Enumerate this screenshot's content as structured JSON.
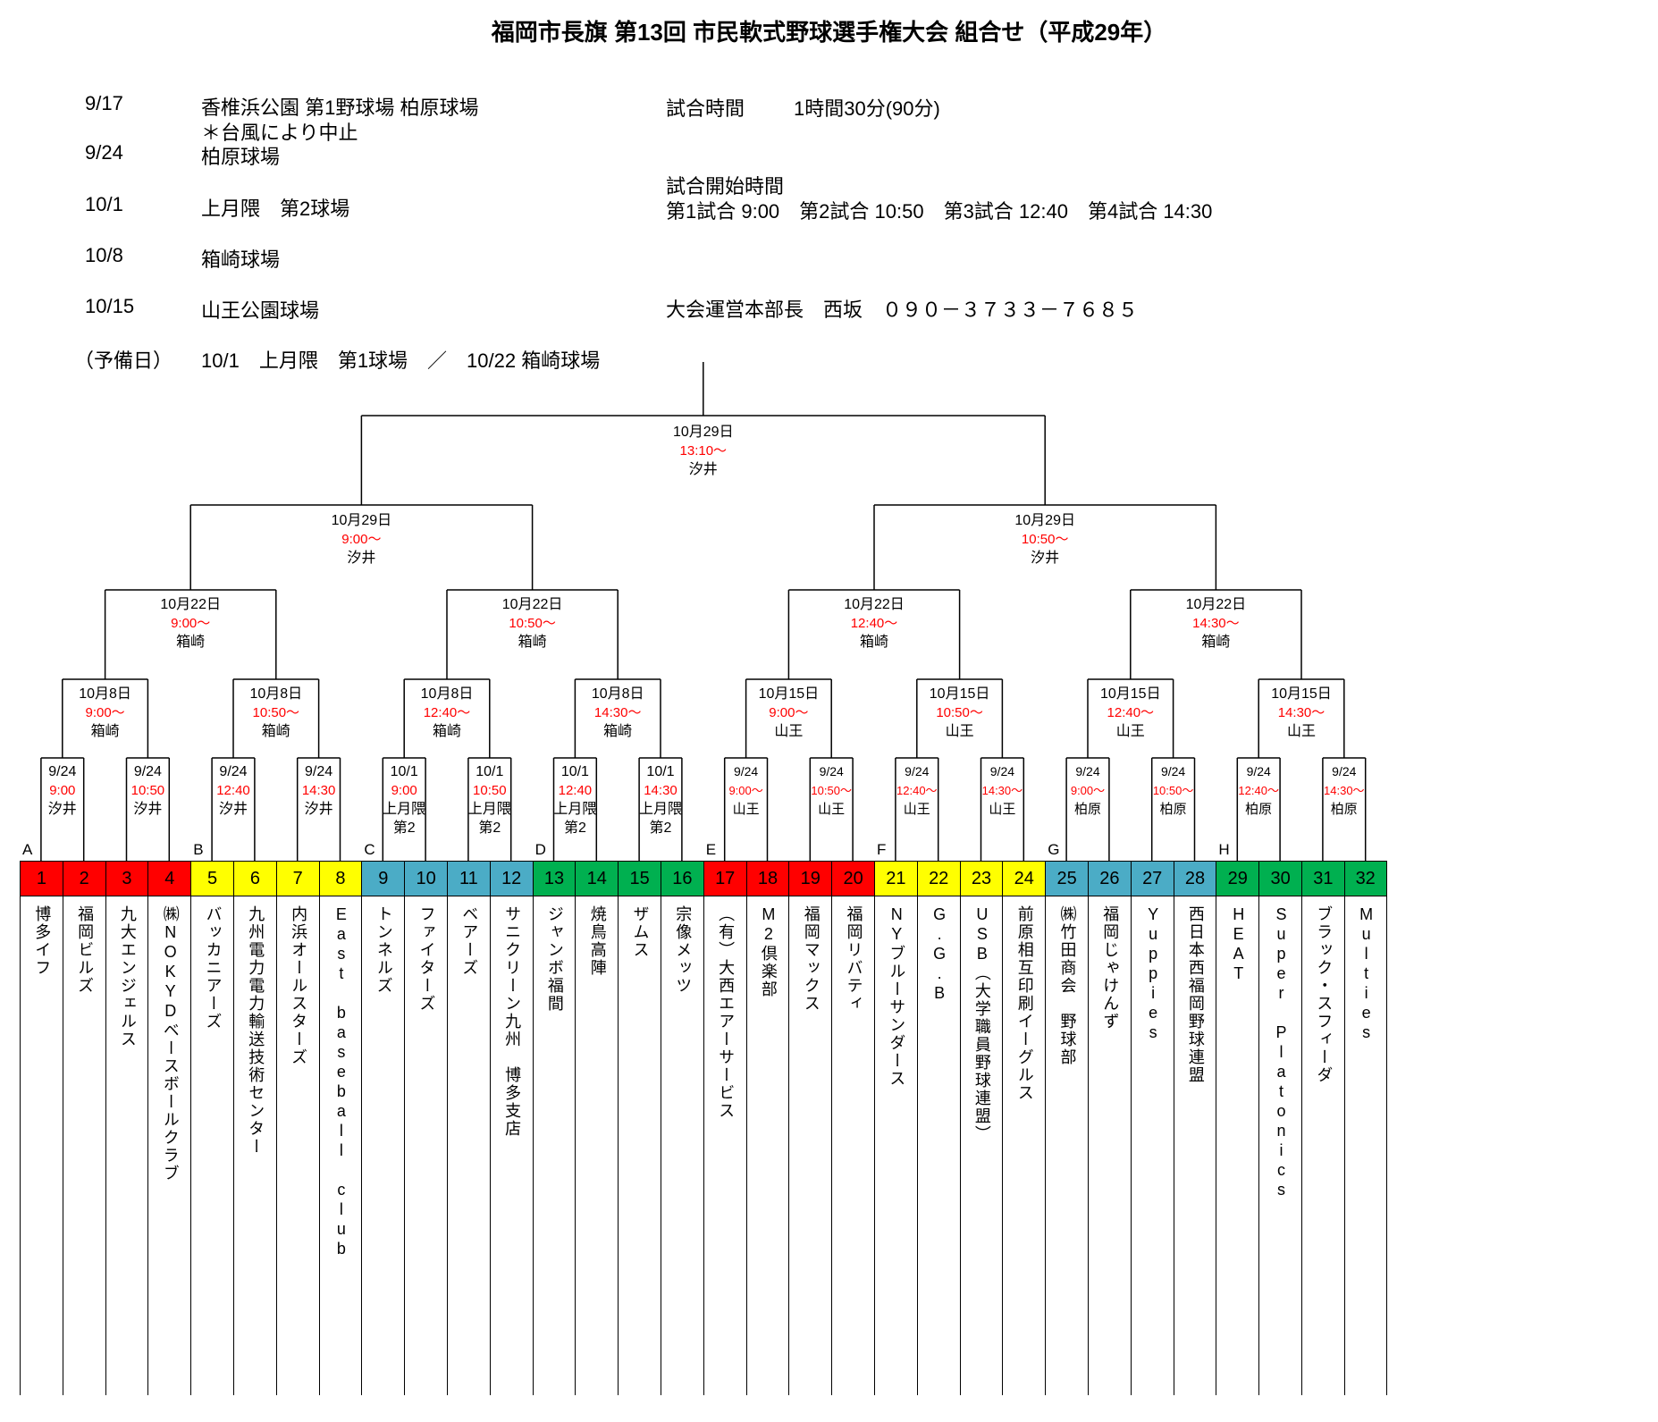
{
  "title": "福岡市長旗 第13回 市民軟式野球選手権大会 組合せ（平成29年）",
  "schedule": [
    {
      "date": "9/17",
      "venue": "香椎浜公園 第1野球場 柏原球場",
      "note": "＊台風により中止"
    },
    {
      "date": "9/24",
      "venue": "柏原球場",
      "note": ""
    },
    {
      "date": "10/1",
      "venue": "上月隈　第2球場",
      "note": ""
    },
    {
      "date": "10/8",
      "venue": "箱崎球場",
      "note": ""
    },
    {
      "date": "10/15",
      "venue": "山王公園球場",
      "note": ""
    },
    {
      "date": "（予備日）",
      "venue": "10/1　上月隈　第1球場　／　10/22 箱崎球場",
      "note": ""
    }
  ],
  "info": {
    "time_label": "試合時間",
    "time_value": "1時間30分(90分)",
    "start_label": "試合開始時間",
    "start_value": "第1試合 9:00　第2試合 10:50　第3試合 12:40　第4試合 14:30",
    "director": "大会運営本部長　西坂　０９０－３７３３－７６８５"
  },
  "accent": {
    "time_color": "#FF0000",
    "line_color": "#000000"
  },
  "blocks": [
    {
      "label": "A",
      "color": "#FF0000"
    },
    {
      "label": "B",
      "color": "#FFFF00"
    },
    {
      "label": "C",
      "color": "#4BACC6"
    },
    {
      "label": "D",
      "color": "#00B050"
    },
    {
      "label": "E",
      "color": "#FF0000"
    },
    {
      "label": "F",
      "color": "#FFFF00"
    },
    {
      "label": "G",
      "color": "#4BACC6"
    },
    {
      "label": "H",
      "color": "#00B050"
    }
  ],
  "teams": [
    {
      "no": "1",
      "name": "博多イフ"
    },
    {
      "no": "2",
      "name": "福岡ビルズ"
    },
    {
      "no": "3",
      "name": "九大エンジェルス"
    },
    {
      "no": "4",
      "name": "㈱NOKYDベースボールクラブ"
    },
    {
      "no": "5",
      "name": "バッカニアーズ"
    },
    {
      "no": "6",
      "name": "九州電力電力輸送技術センター"
    },
    {
      "no": "7",
      "name": "内浜オールスターズ"
    },
    {
      "no": "8",
      "name": "East baseball club"
    },
    {
      "no": "9",
      "name": "トンネルズ"
    },
    {
      "no": "10",
      "name": "ファイターズ"
    },
    {
      "no": "11",
      "name": "ベアーズ"
    },
    {
      "no": "12",
      "name": "サニクリーン九州　博多支店"
    },
    {
      "no": "13",
      "name": "ジャンボ福間"
    },
    {
      "no": "14",
      "name": "焼鳥高陣"
    },
    {
      "no": "15",
      "name": "ザムス"
    },
    {
      "no": "16",
      "name": "宗像メッツ"
    },
    {
      "no": "17",
      "name": "（有）大西エアーサービス"
    },
    {
      "no": "18",
      "name": "M2倶楽部"
    },
    {
      "no": "19",
      "name": "福岡マックス"
    },
    {
      "no": "20",
      "name": "福岡リバティ"
    },
    {
      "no": "21",
      "name": "NYブルーサンダース"
    },
    {
      "no": "22",
      "name": "G.G.B"
    },
    {
      "no": "23",
      "name": "USB（大学職員野球連盟）"
    },
    {
      "no": "24",
      "name": "前原相互印刷イーグルス"
    },
    {
      "no": "25",
      "name": "㈱竹田商会　野球部"
    },
    {
      "no": "26",
      "name": "福岡じゃけんず"
    },
    {
      "no": "27",
      "name": "Yuppies"
    },
    {
      "no": "28",
      "name": "西日本西福岡野球連盟"
    },
    {
      "no": "29",
      "name": "HEAT"
    },
    {
      "no": "30",
      "name": "Super Platonics"
    },
    {
      "no": "31",
      "name": "ブラック・スフィーダ"
    },
    {
      "no": "32",
      "name": "Multies"
    }
  ],
  "bracket": {
    "final": {
      "date": "10月29日",
      "time": "13:10～",
      "venue": "汐井"
    },
    "semifinals": [
      {
        "date": "10月29日",
        "time": "9:00～",
        "venue": "汐井"
      },
      {
        "date": "10月29日",
        "time": "10:50～",
        "venue": "汐井"
      }
    ],
    "quarterfinals": [
      {
        "date": "10月22日",
        "time": "9:00～",
        "venue": "箱崎"
      },
      {
        "date": "10月22日",
        "time": "10:50～",
        "venue": "箱崎"
      },
      {
        "date": "10月22日",
        "time": "12:40～",
        "venue": "箱崎"
      },
      {
        "date": "10月22日",
        "time": "14:30～",
        "venue": "箱崎"
      }
    ],
    "round2": [
      {
        "date": "10月8日",
        "time": "9:00～",
        "venue": "箱崎"
      },
      {
        "date": "10月8日",
        "time": "10:50～",
        "venue": "箱崎"
      },
      {
        "date": "10月8日",
        "time": "12:40～",
        "venue": "箱崎"
      },
      {
        "date": "10月8日",
        "time": "14:30～",
        "venue": "箱崎"
      },
      {
        "date": "10月15日",
        "time": "9:00～",
        "venue": "山王"
      },
      {
        "date": "10月15日",
        "time": "10:50～",
        "venue": "山王"
      },
      {
        "date": "10月15日",
        "time": "12:40～",
        "venue": "山王"
      },
      {
        "date": "10月15日",
        "time": "14:30～",
        "venue": "山王"
      }
    ],
    "round1": [
      {
        "date": "9/24",
        "time": "9:00",
        "venue": "汐井"
      },
      {
        "date": "9/24",
        "time": "10:50",
        "venue": "汐井"
      },
      {
        "date": "9/24",
        "time": "12:40",
        "venue": "汐井"
      },
      {
        "date": "9/24",
        "time": "14:30",
        "venue": "汐井"
      },
      {
        "date": "10/1",
        "time": "9:00",
        "venue": "上月隈",
        "venue2": "第2"
      },
      {
        "date": "10/1",
        "time": "10:50",
        "venue": "上月隈",
        "venue2": "第2"
      },
      {
        "date": "10/1",
        "time": "12:40",
        "venue": "上月隈",
        "venue2": "第2"
      },
      {
        "date": "10/1",
        "time": "14:30",
        "venue": "上月隈",
        "venue2": "第2"
      },
      {
        "date": "9/24",
        "time": "9:00～",
        "venue": "山王"
      },
      {
        "date": "9/24",
        "time": "10:50～",
        "venue": "山王"
      },
      {
        "date": "9/24",
        "time": "12:40～",
        "venue": "山王"
      },
      {
        "date": "9/24",
        "time": "14:30～",
        "venue": "山王"
      },
      {
        "date": "9/24",
        "time": "9:00～",
        "venue": "柏原"
      },
      {
        "date": "9/24",
        "time": "10:50～",
        "venue": "柏原"
      },
      {
        "date": "9/24",
        "time": "12:40～",
        "venue": "柏原"
      },
      {
        "date": "9/24",
        "time": "14:30～",
        "venue": "柏原"
      }
    ]
  }
}
